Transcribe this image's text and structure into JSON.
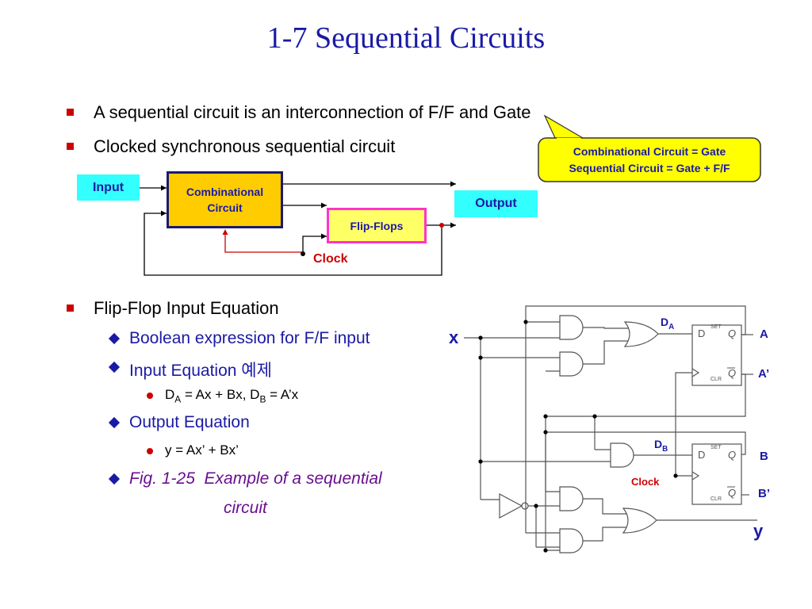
{
  "title": "1-7  Sequential Circuits",
  "bullets": [
    "A sequential circuit is an interconnection of F/F and Gate",
    "Clocked synchronous sequential circuit",
    "Flip-Flop Input Equation"
  ],
  "sub_bullets": {
    "boolean": "Boolean expression for F/F input",
    "input_eq": "Input Equation 예제",
    "output_eq": "Output Equation",
    "fig_ref": "Fig. 1-25",
    "fig_caption_1": "Example of a sequential",
    "fig_caption_2": "circuit"
  },
  "equations": {
    "d_a_letter": "D",
    "d_a_sub": "A",
    "d_a_rhs": " = Ax + Bx, D",
    "d_b_sub": "B",
    "d_b_rhs": " = A’x",
    "y": "y = Ax’ + Bx’"
  },
  "callout": {
    "line1": "Combinational Circuit = Gate",
    "line2": "Sequential Circuit = Gate + F/F"
  },
  "block_diagram": {
    "input": "Input",
    "combinational_1": "Combinational",
    "combinational_2": "Circuit",
    "flip_flops": "Flip-Flops",
    "output": "Output",
    "clock": "Clock"
  },
  "logic_diagram": {
    "x": "x",
    "y": "y",
    "da_letter": "D",
    "da_sub": "A",
    "db_letter": "D",
    "db_sub": "B",
    "a": "A",
    "a_prime": "A’",
    "b": "B",
    "b_prime": "B’",
    "clock": "Clock",
    "ff_d": "D",
    "ff_set": "SET",
    "ff_q": "Q",
    "ff_clr": "CLR"
  },
  "colors": {
    "title": "#1a1aa6",
    "bullet_square": "#cc0000",
    "comb_box": "#ffcc00",
    "ff_box": "#ffff66",
    "ff_border": "#ff33cc",
    "io_box": "#33ffff",
    "callout": "#ffff00",
    "clock_wire": "#cc0000"
  }
}
